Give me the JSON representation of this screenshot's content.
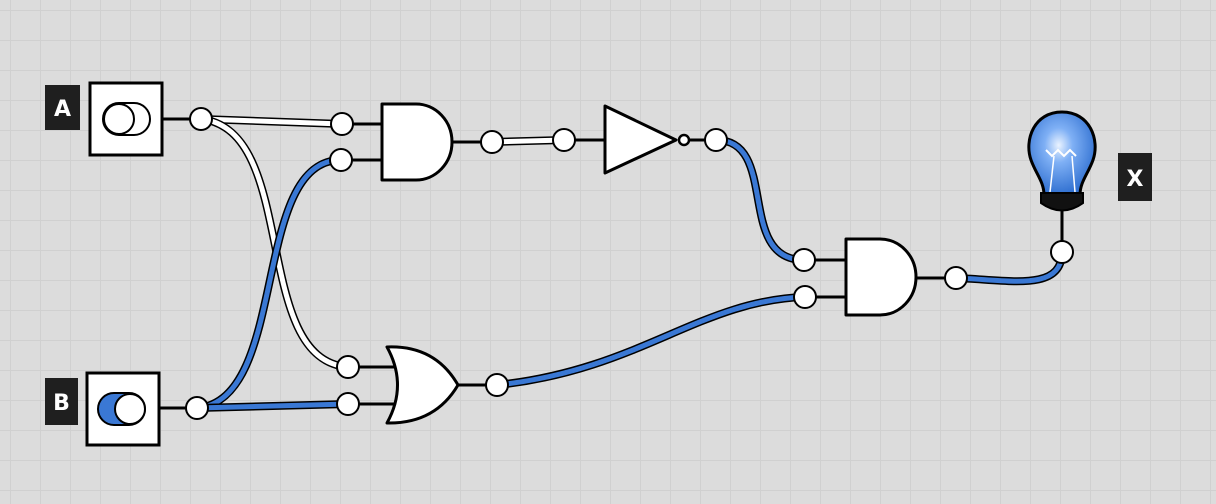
{
  "inputs": [
    {
      "label": "A",
      "state": "off"
    },
    {
      "label": "B",
      "state": "on"
    }
  ],
  "outputs": [
    {
      "label": "X",
      "state": "on"
    }
  ],
  "gates": [
    "AND",
    "NOT",
    "OR",
    "AND"
  ],
  "colors": {
    "background": "#dcdcdc",
    "grid": "#d0d0d0",
    "wire_on": "#3a78d4",
    "wire_off": "#ffffff",
    "label_bg": "#1f1f1f",
    "bulb_on": "#4a8ce8"
  },
  "icons": {
    "switch": "toggle-switch-icon",
    "bulb": "light-bulb-icon"
  }
}
